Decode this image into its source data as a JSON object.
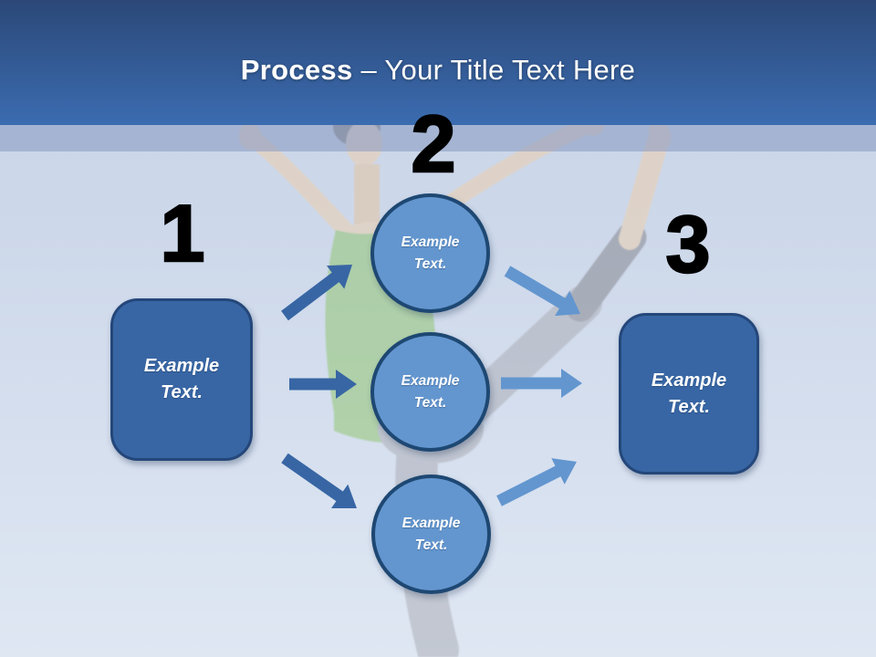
{
  "header": {
    "title_bold": "Process",
    "title_rest": "– Your Title Text Here"
  },
  "process": {
    "step1": {
      "number": "1",
      "label": "Example\nText."
    },
    "step2": {
      "number": "2",
      "circles": [
        {
          "label": "Example\nText."
        },
        {
          "label": "Example\nText."
        },
        {
          "label": "Example\nText."
        }
      ]
    },
    "step3": {
      "number": "3",
      "label": "Example\nText."
    }
  },
  "palette": {
    "header_top": "#2b4878",
    "header_bottom": "#3b6cb0",
    "band_overlay": "rgba(130,150,192,0.52)",
    "body_top": "#c8d4e8",
    "body_bottom": "#dfe7f3",
    "dark_shape": "#3866a4",
    "dark_border": "#24477a",
    "light_shape": "#6396cf",
    "circle_border": "#1e4873",
    "number_color": "#000000",
    "title_color": "#ffffff"
  }
}
